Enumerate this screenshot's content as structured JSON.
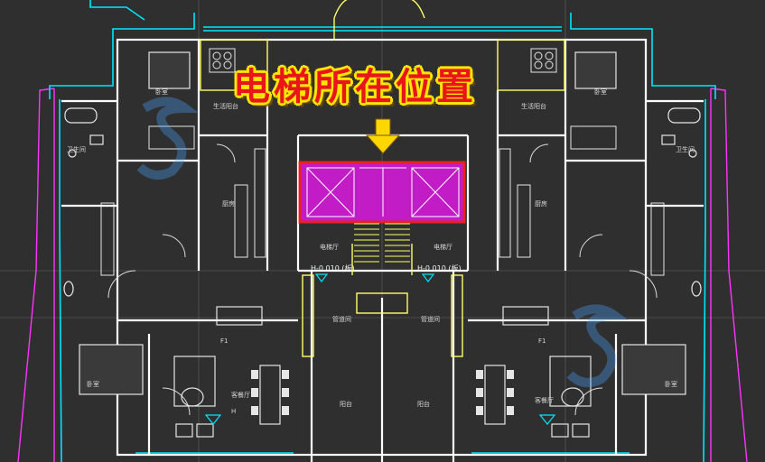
{
  "banner": {
    "text": "电梯所在位置",
    "color": "#e8151a",
    "outline": "#ffe600"
  },
  "highlight": {
    "color": "#d31bd8",
    "border": "#ff2020"
  },
  "arrow": {
    "color": "#ffd700"
  },
  "rooms": {
    "bedroom_tl": "卧室",
    "bedroom_tr": "卧室",
    "bedroom_bl": "卧室",
    "bedroom_br": "卧室",
    "bath_l": "卫生间",
    "bath_r": "卫生间",
    "balcony_l": "生活阳台",
    "balcony_r": "生活阳台",
    "kitchen_l": "厨房",
    "kitchen_r": "厨房",
    "elevator_hall_l": "电梯厅",
    "elevator_hall_r": "电梯厅",
    "shaft_l": "管道间",
    "shaft_r": "管道间",
    "living_l": "客餐厅",
    "living_r": "客餐厅",
    "terrace_l": "阳台",
    "terrace_r": "阳台",
    "f1_l": "F1",
    "f1_r": "F1",
    "level_l": "H-0.010 (板)",
    "level_r": "H-0.010 (板)",
    "level_mark": "H"
  },
  "colors": {
    "background": "#2f2f2f",
    "wall": "#ffffff",
    "window": "#00e5ff",
    "door": "#ffff66",
    "furniture": "#e6e6e6",
    "dim": "#ff33ff",
    "grid": "#8a8a8a"
  }
}
